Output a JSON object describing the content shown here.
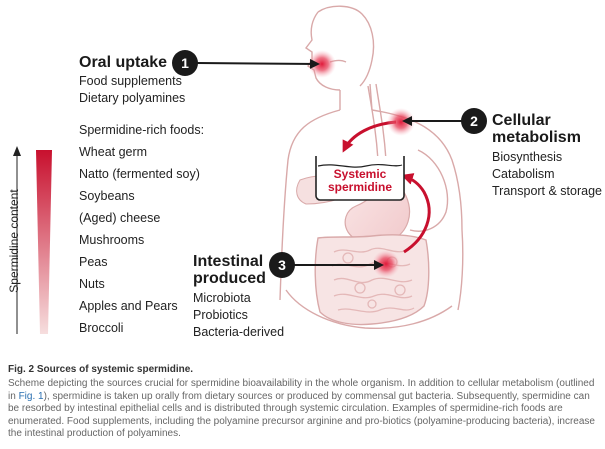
{
  "steps": [
    {
      "number": "1",
      "title": "Oral uptake",
      "items": [
        "Food supplements",
        "Dietary polyamines"
      ]
    },
    {
      "number": "2",
      "title": "Cellular metabolism",
      "items": [
        "Biosynthesis",
        "Catabolism",
        "Transport & storage"
      ]
    },
    {
      "number": "3",
      "title": "Intestinal produced",
      "items": [
        "Microbiota",
        "Probiotics",
        "Bacteria-derived"
      ]
    }
  ],
  "foods": {
    "heading": "Spermidine-rich foods:",
    "axis_label": "Spermidine content",
    "items": [
      "Wheat germ",
      "Natto (fermented soy)",
      "Soybeans",
      "(Aged) cheese",
      "Mushrooms",
      "Peas",
      "Nuts",
      "Apples and Pears",
      "Broccoli"
    ]
  },
  "vessel_label": "Systemic spermidine",
  "caption": {
    "title": "Fig. 2 Sources of systemic spermidine.",
    "body_before_link": "Scheme depicting the sources crucial for spermidine bioavailability in the whole organism. In addition to cellular metabolism (outlined in ",
    "link": "Fig. 1",
    "body_after_link": "), spermidine is taken up orally from dietary sources or produced by commensal gut bacteria. Subsequently, spermidine can be resorbed by intestinal epithelial cells and is distributed through systemic circulation. Examples of spermidine-rich foods are enumerated. Food supplements, including the polyamine precursor arginine and pro-biotics (polyamine-producing bacteria), increase the intestinal production of polyamines."
  },
  "colors": {
    "accent": "#c8102e",
    "outline": "#d9a9a9",
    "dark": "#1a1a1a"
  }
}
